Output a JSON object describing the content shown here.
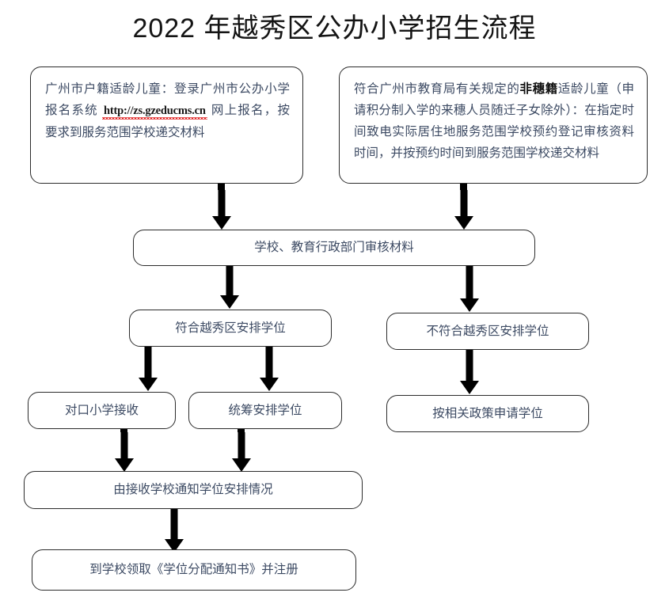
{
  "title": "2022 年越秀区公办小学招生流程",
  "chart_data": {
    "type": "diagram",
    "title": "2022 年越秀区公办小学招生流程",
    "nodes": [
      {
        "id": "hukou",
        "text": "广州市户籍适龄儿童：登录广州市公办小学报名系统 http://zs.gzeducms.cn 网上报名，按要求到服务范围学校递交材料",
        "segments": [
          {
            "kind": "plain",
            "text": "广州市户籍适龄儿童："
          },
          {
            "kind": "plain",
            "text": "登录广州市公办小学报名系统 "
          },
          {
            "kind": "url",
            "text": "http://zs.gzeducms.cn"
          },
          {
            "kind": "plain",
            "text": " 网上报名，按要求到服务范围学校递交材料"
          }
        ]
      },
      {
        "id": "feisui",
        "text": "符合广州市教育局有关规定的非穗籍适龄儿童（申请积分制入学的来穗人员随迁子女除外）：在指定时间致电实际居住地服务范围学校预约登记审核资料时间，并按预约时间到服务范围学校递交材料",
        "segments": [
          {
            "kind": "plain",
            "text": "符合广州市教育局有关规定的"
          },
          {
            "kind": "revision",
            "text": "非穗籍"
          },
          {
            "kind": "plain",
            "text": "适龄儿童（申请积分制入学的来穗人员随迁子女除外）：在指定时间致电实际居住地服务范围学校预约登记审核资料时间，并按预约时间到服务范围学校递交材料"
          }
        ]
      },
      {
        "id": "review",
        "text": "学校、教育行政部门审核材料"
      },
      {
        "id": "qualified",
        "text": "符合越秀区安排学位"
      },
      {
        "id": "unqualified",
        "text": "不符合越秀区安排学位"
      },
      {
        "id": "paired-school",
        "text": "对口小学接收"
      },
      {
        "id": "coordinated",
        "text": "统筹安排学位"
      },
      {
        "id": "policy-apply",
        "text": "按相关政策申请学位"
      },
      {
        "id": "notify",
        "text": "由接收学校通知学位安排情况"
      },
      {
        "id": "collect",
        "text": "到学校领取《学位分配通知书》并注册"
      }
    ],
    "edges": [
      {
        "from": "hukou",
        "to": "review"
      },
      {
        "from": "feisui",
        "to": "review"
      },
      {
        "from": "review",
        "to": "qualified"
      },
      {
        "from": "review",
        "to": "unqualified"
      },
      {
        "from": "qualified",
        "to": "paired-school"
      },
      {
        "from": "qualified",
        "to": "coordinated"
      },
      {
        "from": "unqualified",
        "to": "policy-apply"
      },
      {
        "from": "paired-school",
        "to": "notify"
      },
      {
        "from": "coordinated",
        "to": "notify"
      },
      {
        "from": "notify",
        "to": "collect"
      }
    ],
    "colors": {
      "box_border": "#2b2b2b",
      "box_fill": "#ffffff",
      "text": "#3c4a63",
      "title_text": "#141414",
      "arrow": "#000000",
      "revision_text": "#111111",
      "spellcheck_underline": "#e02020"
    }
  },
  "nodes": {
    "hukou": {
      "seg_a": "广州市户籍适龄儿童：登录广州市公办小学报名系统 ",
      "url": "http://zs.gzeducms.cn",
      "seg_b": " 网上报名，按要求到服务范围学校递交材料"
    },
    "feisui": {
      "seg_a": "符合广州市教育局有关规定的",
      "revision": "非穗籍",
      "seg_b": "适龄儿童（申请积分制入学的来穗人员随迁子女除外）：在指定时间致电实际居住地服务范围学校预约登记审核资料时间，并按预约时间到服务范围学校递交材料"
    },
    "review": "学校、教育行政部门审核材料",
    "qualified": "符合越秀区安排学位",
    "unqualified": "不符合越秀区安排学位",
    "paired_school": "对口小学接收",
    "coordinated": "统筹安排学位",
    "policy_apply": "按相关政策申请学位",
    "notify": "由接收学校通知学位安排情况",
    "collect": "到学校领取《学位分配通知书》并注册"
  }
}
